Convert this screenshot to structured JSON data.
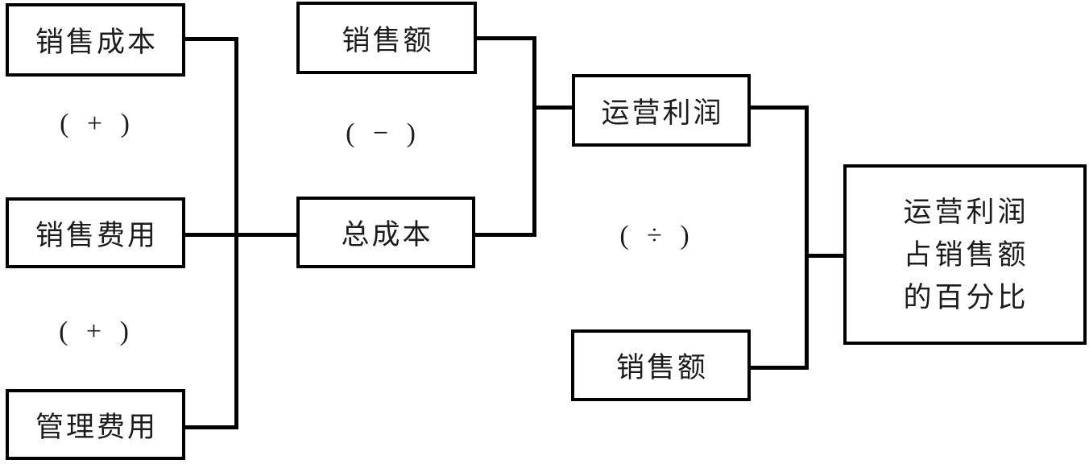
{
  "diagram": {
    "description": "Flow diagram of operating profit as a percentage of sales",
    "colors": {
      "background": "#ffffff",
      "line": "#000000",
      "text": "#1c1c1c"
    },
    "boxes": [
      {
        "label": "销售成本"
      },
      {
        "label": "销售费用"
      },
      {
        "label": "管理费用"
      },
      {
        "label": "销售额"
      },
      {
        "label": "总成本"
      },
      {
        "label": "运营利润"
      },
      {
        "label": "销售额"
      },
      {
        "lines": [
          "运营利润",
          "占销售额",
          "的百分比"
        ]
      }
    ],
    "operators": [
      {
        "label": "( + )"
      },
      {
        "label": "( + )"
      },
      {
        "label": "( − )"
      },
      {
        "label": "( ÷ )"
      }
    ]
  }
}
